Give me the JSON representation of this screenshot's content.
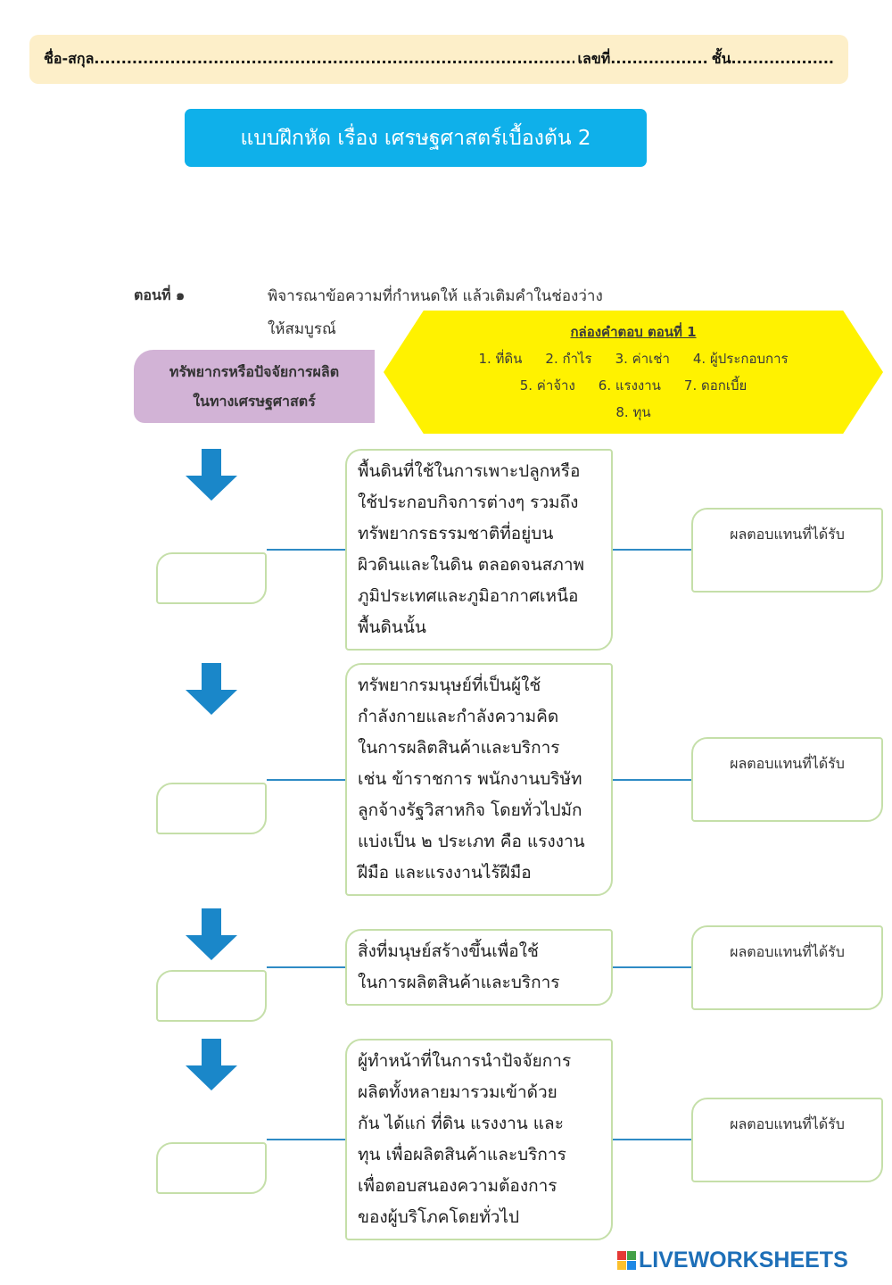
{
  "header": {
    "name_label": "ชื่อ-สกุล....................................................................................................",
    "number_label": "เลขที่..................",
    "class_label": "ชั้น..................."
  },
  "title": "แบบฝึกหัด เรื่อง เศรษฐศาสตร์เบื้องต้น 2",
  "part": {
    "label": "ตอนที่ ๑",
    "instruction_line1": "พิจารณาข้อความที่กำหนดให้ แล้วเติมคำในช่องว่าง",
    "instruction_line2": "ให้สมบูรณ์"
  },
  "factor_heading": {
    "line1": "ทรัพยากรหรือปัจจัยการผลิต",
    "line2": "ในทางเศรษฐศาสตร์"
  },
  "answer_box": {
    "title": "กล่องคำตอบ ตอนที่ 1",
    "options": [
      "1. ที่ดิน",
      "2. กำไร",
      "3. ค่าเช่า",
      "4. ผู้ประกอบการ",
      "5. ค่าจ้าง",
      "6. แรงงาน",
      "7. ดอกเบี้ย",
      "8. ทุน"
    ]
  },
  "rows": [
    {
      "description": "พื้นดินที่ใช้ในการเพาะปลูกหรือ\nใช้ประกอบกิจการต่างๆ รวมถึง\nทรัพยากรธรรมชาติที่อยู่บน\nผิวดินและในดิน ตลอดจนสภาพ\nภูมิประเทศและภูมิอากาศเหนือ\nพื้นดินนั้น",
      "return_label": "ผลตอบแทนที่ได้รับ"
    },
    {
      "description": "ทรัพยากรมนุษย์ที่เป็นผู้ใช้\nกำลังกายและกำลังความคิด\nในการผลิตสินค้าและบริการ\nเช่น ข้าราชการ พนักงานบริษัท\nลูกจ้างรัฐวิสาหกิจ โดยทั่วไปมัก\nแบ่งเป็น ๒ ประเภท คือ แรงงาน\nฝีมือ และแรงงานไร้ฝีมือ",
      "return_label": "ผลตอบแทนที่ได้รับ"
    },
    {
      "description": "สิ่งที่มนุษย์สร้างขึ้นเพื่อใช้\nในการผลิตสินค้าและบริการ",
      "return_label": "ผลตอบแทนที่ได้รับ"
    },
    {
      "description": "ผู้ทำหน้าที่ในการนำปัจจัยการ\nผลิตทั้งหลายมารวมเข้าด้วย\nกัน ได้แก่ ที่ดิน แรงงาน และ\nทุน เพื่อผลิตสินค้าและบริการ\nเพื่อตอบสนองความต้องการ\nของผู้บริโภคโดยทั่วไป",
      "return_label": "ผลตอบแทนที่ได้รับ"
    }
  ],
  "brand": "LIVEWORKSHEETS",
  "colors": {
    "title_bg": "#0fb0ea",
    "namebar_bg": "#fdefc9",
    "purple": "#d2b3d6",
    "yellow": "#fff200",
    "arrow": "#1a87c9",
    "box_border": "#c5dfa9"
  }
}
